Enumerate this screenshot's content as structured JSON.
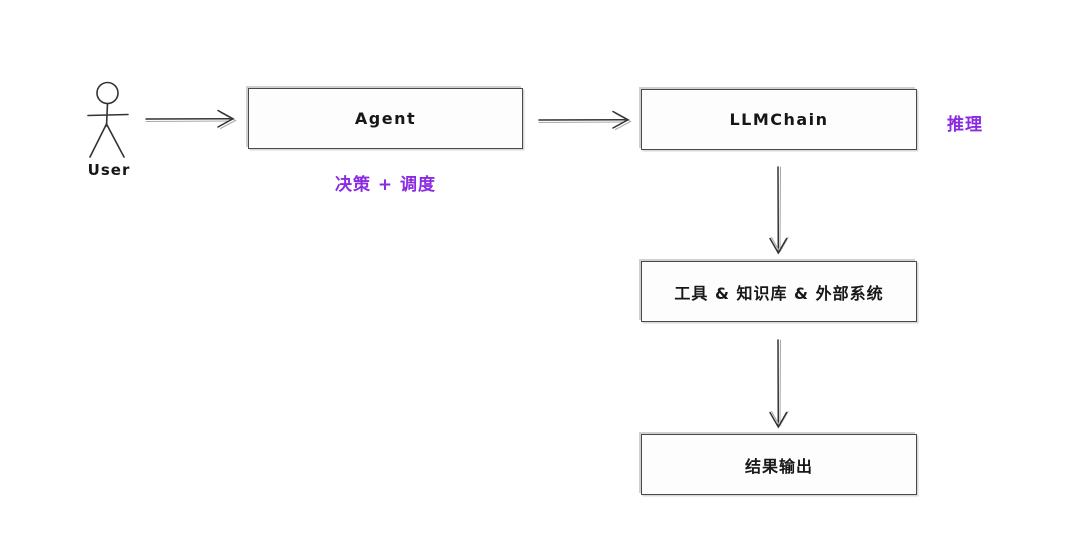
{
  "actor": {
    "label": "User"
  },
  "nodes": [
    {
      "id": "agent",
      "label": "Agent"
    },
    {
      "id": "llmchain",
      "label": "LLMChain"
    },
    {
      "id": "tools",
      "label": "工具 & 知识库 & 外部系统"
    },
    {
      "id": "output",
      "label": "结果输出"
    }
  ],
  "annotations": [
    {
      "id": "decision-scheduling",
      "text": "决策 + 调度",
      "attached_to": "agent"
    },
    {
      "id": "reasoning",
      "text": "推理",
      "attached_to": "llmchain"
    }
  ],
  "edges": [
    {
      "from": "user",
      "to": "agent",
      "direction": "right"
    },
    {
      "from": "agent",
      "to": "llmchain",
      "direction": "right"
    },
    {
      "from": "llmchain",
      "to": "tools",
      "direction": "down"
    },
    {
      "from": "tools",
      "to": "output",
      "direction": "down"
    }
  ],
  "colors": {
    "background": "#ffffff",
    "annotation_purple": "#8a2be2",
    "stroke_dark": "#333333",
    "stroke_echo": "#aaaaaa",
    "node_border": "#494949",
    "text": "#171717"
  }
}
